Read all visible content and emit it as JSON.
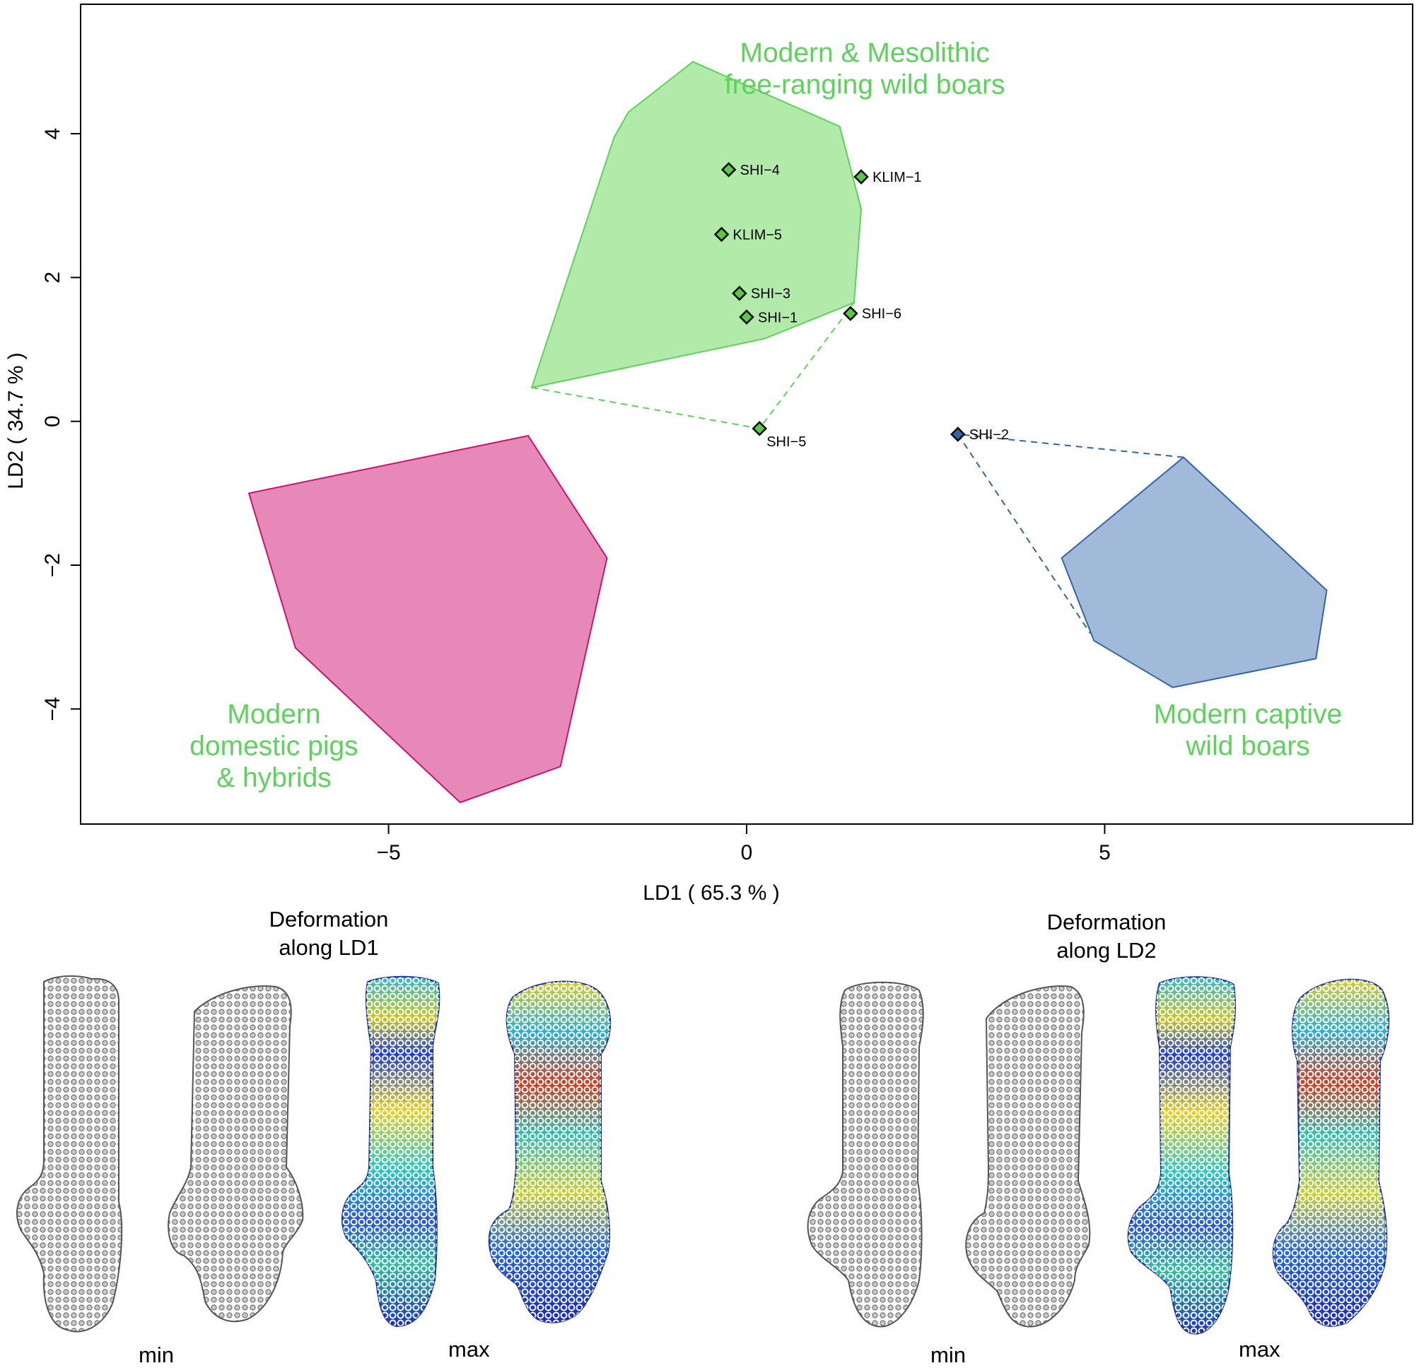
{
  "chart_data": {
    "type": "scatter",
    "xlabel": "LD1 ( 65.3 % )",
    "ylabel": "LD2 ( 34.7 % )",
    "xlim": [
      -9.3,
      9.3
    ],
    "ylim": [
      -5.6,
      5.8
    ],
    "xticks": [
      -5,
      0,
      5
    ],
    "yticks": [
      -4,
      -2,
      0,
      2,
      4
    ],
    "grid": false,
    "hulls": [
      {
        "label": "Modern & Mesolithic\nfree-ranging wild boars",
        "fill": "#b2eaaa",
        "stroke": "#5dd25d",
        "label_color": "#5dd25d",
        "polygon": [
          [
            -0.75,
            5.0
          ],
          [
            -1.65,
            4.3
          ],
          [
            -1.85,
            3.95
          ],
          [
            -3.0,
            0.47
          ],
          [
            0.25,
            1.15
          ],
          [
            1.5,
            1.65
          ],
          [
            1.6,
            2.95
          ],
          [
            1.3,
            4.1
          ]
        ],
        "dashed_links": [
          [
            [
              1.3,
              4.1
            ],
            [
              1.6,
              2.95
            ]
          ],
          [
            [
              -3.0,
              0.47
            ],
            [
              0.18,
              -0.1
            ],
            [
              1.5,
              1.65
            ]
          ]
        ]
      },
      {
        "label": "Modern\ndomestic pigs\n& hybrids",
        "fill": "#e689b9",
        "stroke": "#cc1173",
        "label_color": "#5dd25d",
        "polygon": [
          [
            -6.95,
            -1.0
          ],
          [
            -3.05,
            -0.2
          ],
          [
            -1.95,
            -1.9
          ],
          [
            -2.6,
            -4.8
          ],
          [
            -4.0,
            -5.3
          ],
          [
            -6.3,
            -3.15
          ]
        ],
        "dashed_links": []
      },
      {
        "label": "Modern captive\nwild boars",
        "fill": "#a1bad9",
        "stroke": "#3465a4",
        "label_color": "#5dd25d",
        "polygon": [
          [
            6.1,
            -0.5
          ],
          [
            8.1,
            -2.35
          ],
          [
            7.95,
            -3.3
          ],
          [
            5.95,
            -3.7
          ],
          [
            4.85,
            -3.05
          ],
          [
            4.4,
            -1.9
          ]
        ],
        "dashed_links": [
          [
            [
              6.1,
              -0.5
            ],
            [
              2.95,
              -0.18
            ],
            [
              4.8,
              -2.95
            ]
          ]
        ]
      }
    ],
    "points": [
      {
        "name": "SHI−4",
        "x": -0.25,
        "y": 3.5,
        "color": "#5cc84a"
      },
      {
        "name": "KLIM−1",
        "x": 1.6,
        "y": 3.4,
        "color": "#5cc84a"
      },
      {
        "name": "KLIM−5",
        "x": -0.35,
        "y": 2.6,
        "color": "#5cc84a"
      },
      {
        "name": "SHI−3",
        "x": -0.1,
        "y": 1.78,
        "color": "#5cc84a"
      },
      {
        "name": "SHI−1",
        "x": 0.0,
        "y": 1.45,
        "color": "#5cc84a"
      },
      {
        "name": "SHI−6",
        "x": 1.45,
        "y": 1.5,
        "color": "#5cc84a"
      },
      {
        "name": "SHI−5",
        "x": 0.18,
        "y": -0.1,
        "color": "#5cc84a"
      },
      {
        "name": "SHI−2",
        "x": 2.95,
        "y": -0.18,
        "color": "#3465a4"
      }
    ]
  },
  "deformation": {
    "ld1": {
      "title": "Deformation\nalong LD1",
      "min_label": "min",
      "max_label": "max"
    },
    "ld2": {
      "title": "Deformation\nalong LD2",
      "min_label": "min",
      "max_label": "max"
    }
  }
}
